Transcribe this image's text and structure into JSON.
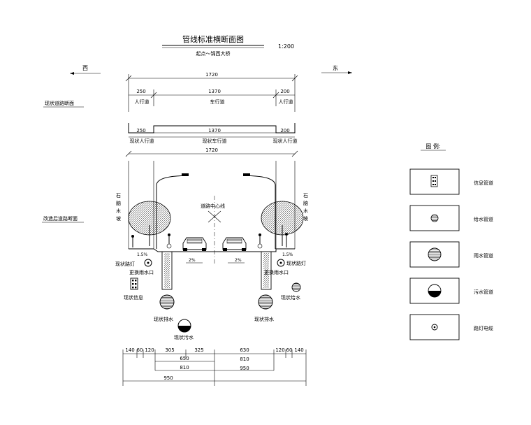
{
  "title": "管线标准横断面图",
  "scale": "1:200",
  "subtitle": "起点～锦西大桥",
  "direction_left": "西",
  "direction_right": "东",
  "section_labels": {
    "existing": "现状道路断面",
    "reconstructed": "改造后道路断面"
  },
  "top_section": {
    "total": "1720",
    "segments": [
      "250",
      "1370",
      "200"
    ],
    "names": [
      "人行道",
      "车行道",
      "人行道"
    ]
  },
  "existing_section": {
    "segments": [
      "250",
      "1370",
      "200"
    ],
    "names": [
      "现状人行道",
      "现状车行道",
      "现状人行道"
    ],
    "total": "1720"
  },
  "reconstructed_section": {
    "tree_note_left": [
      "石",
      "脑",
      "木",
      "坡"
    ],
    "tree_note_right": [
      "石",
      "脑",
      "木",
      "坡"
    ],
    "centerline_label": "道路中心线",
    "slope_left": "1.5%",
    "slope_right": "1.5%",
    "crown_left": "2%",
    "crown_right": "2%"
  },
  "pipe_labels": {
    "streetlight_left": "现状路灯",
    "streetlight_right": "现状路灯",
    "rain_left": "更换雨水口",
    "rain_right": "更换雨水口",
    "telecom": "现状信息",
    "water": "现状给水",
    "drain_left": "现状排水",
    "drain_right": "现状排水",
    "sewage": "现状污水"
  },
  "bottom_dims": {
    "row1": [
      "140",
      "60",
      "120",
      "305",
      "325",
      "630",
      "120",
      "60",
      "140"
    ],
    "row2": "650",
    "row3": [
      "810",
      "810"
    ],
    "row4": [
      "950",
      "950"
    ]
  },
  "legend": {
    "title": "图 例:",
    "items": [
      {
        "label": "信息管道",
        "icon": "telecom-duct-icon"
      },
      {
        "label": "给水管道",
        "icon": "water-pipe-icon"
      },
      {
        "label": "雨水管道",
        "icon": "storm-pipe-icon"
      },
      {
        "label": "污水管道",
        "icon": "sewage-pipe-icon"
      },
      {
        "label": "路灯电缆",
        "icon": "streetlight-cable-icon"
      }
    ]
  }
}
